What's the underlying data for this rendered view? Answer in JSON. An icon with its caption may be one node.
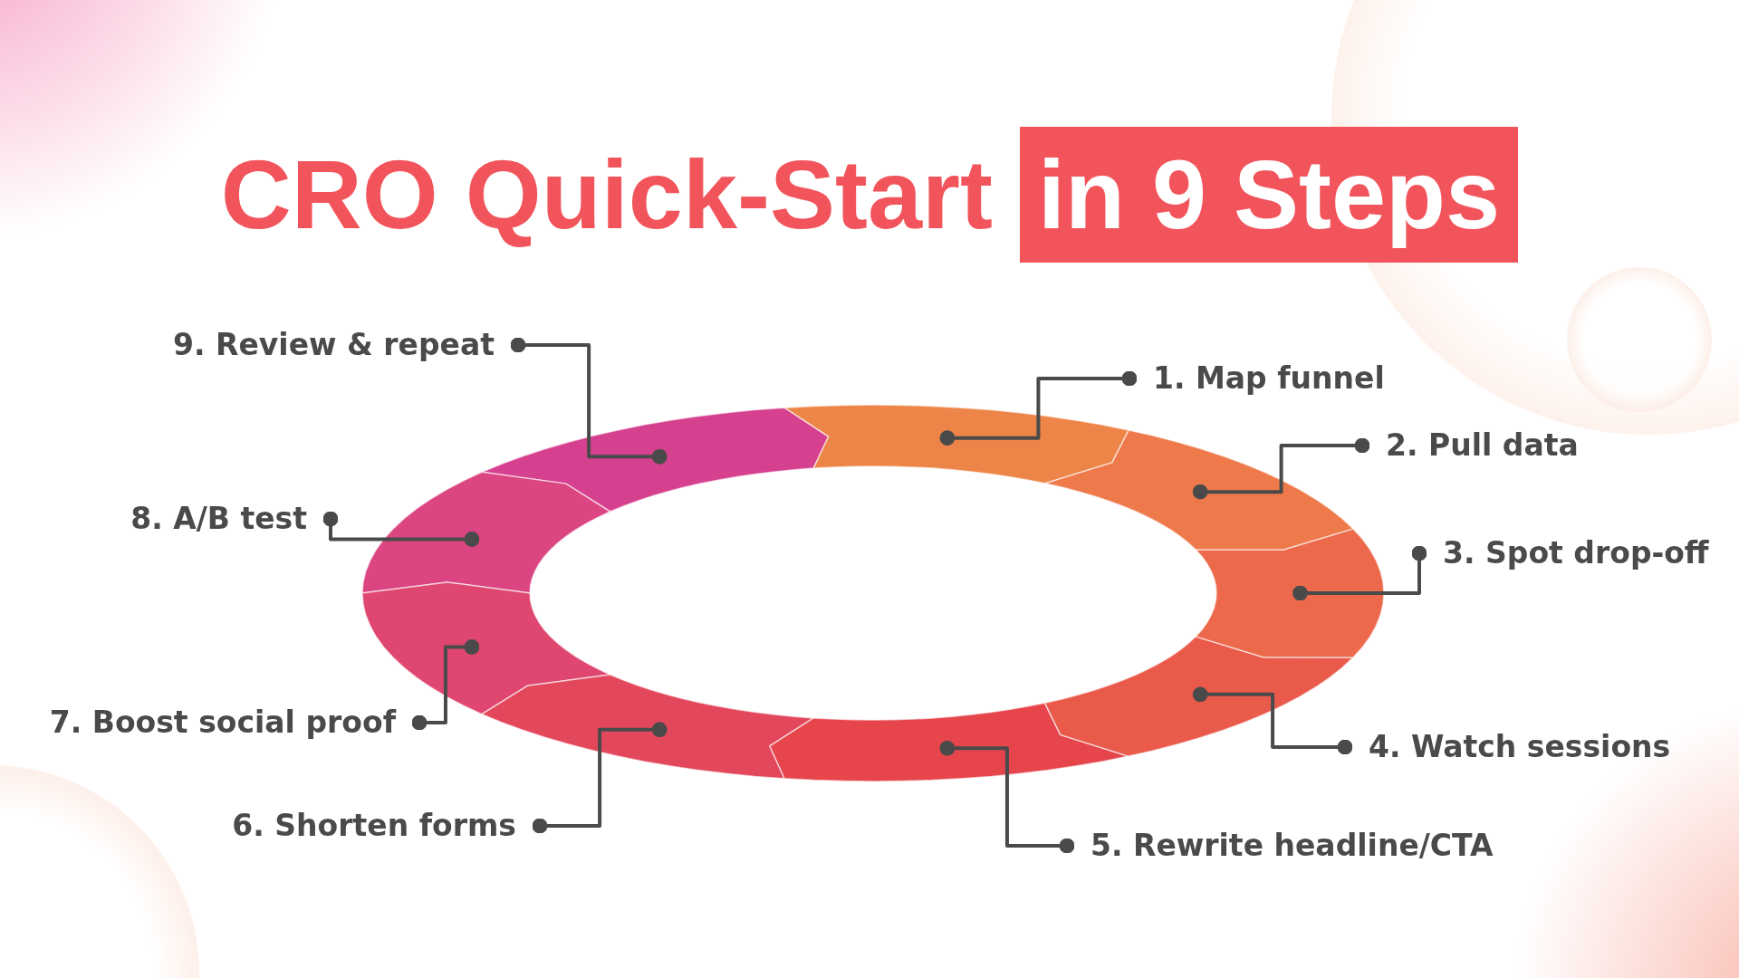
{
  "diagram": {
    "title": "CRO Quick-Start in 9 Steps",
    "nodes": [
      {
        "text": [
          "1. Map funnel"
        ]
      },
      {
        "text": [
          "2. Pull data"
        ]
      },
      {
        "text": [
          "3. Spot drop-off"
        ]
      },
      {
        "text": [
          "4. Watch sessions"
        ]
      },
      {
        "text": [
          "5. Rewrite headline/CTA"
        ]
      },
      {
        "text": [
          "6. Shorten forms"
        ]
      },
      {
        "text": [
          "7. Boost social proof"
        ]
      },
      {
        "text": [
          "8. A/B test"
        ]
      },
      {
        "text": [
          "9. Review & repeat"
        ]
      },
      {
        "text": [],
        "shape": "arrow"
      },
      {
        "text": [],
        "shape": "arrow"
      },
      {
        "text": [],
        "shape": "arrow"
      },
      {
        "text": [],
        "shape": "arrow"
      },
      {
        "text": [],
        "shape": "arrow"
      },
      {
        "text": [],
        "shape": "arrow"
      },
      {
        "text": [],
        "shape": "arrow"
      },
      {
        "text": [],
        "shape": "arrow"
      },
      {
        "text": [],
        "shape": "arrow"
      }
    ],
    "edges": [
      {
        "from": 0,
        "to": 9,
        "arrow": "other"
      },
      {
        "from": 1,
        "to": 10,
        "arrow": "other"
      },
      {
        "from": 2,
        "to": 11,
        "arrow": "other"
      },
      {
        "from": 3,
        "to": 12,
        "arrow": "other"
      },
      {
        "from": 4,
        "to": 13,
        "arrow": "other"
      },
      {
        "from": 5,
        "to": 14,
        "arrow": "other"
      },
      {
        "from": 6,
        "to": 15,
        "arrow": "other"
      },
      {
        "from": 7,
        "to": 16,
        "arrow": "other"
      },
      {
        "from": 8,
        "to": 17,
        "arrow": "other"
      }
    ]
  }
}
